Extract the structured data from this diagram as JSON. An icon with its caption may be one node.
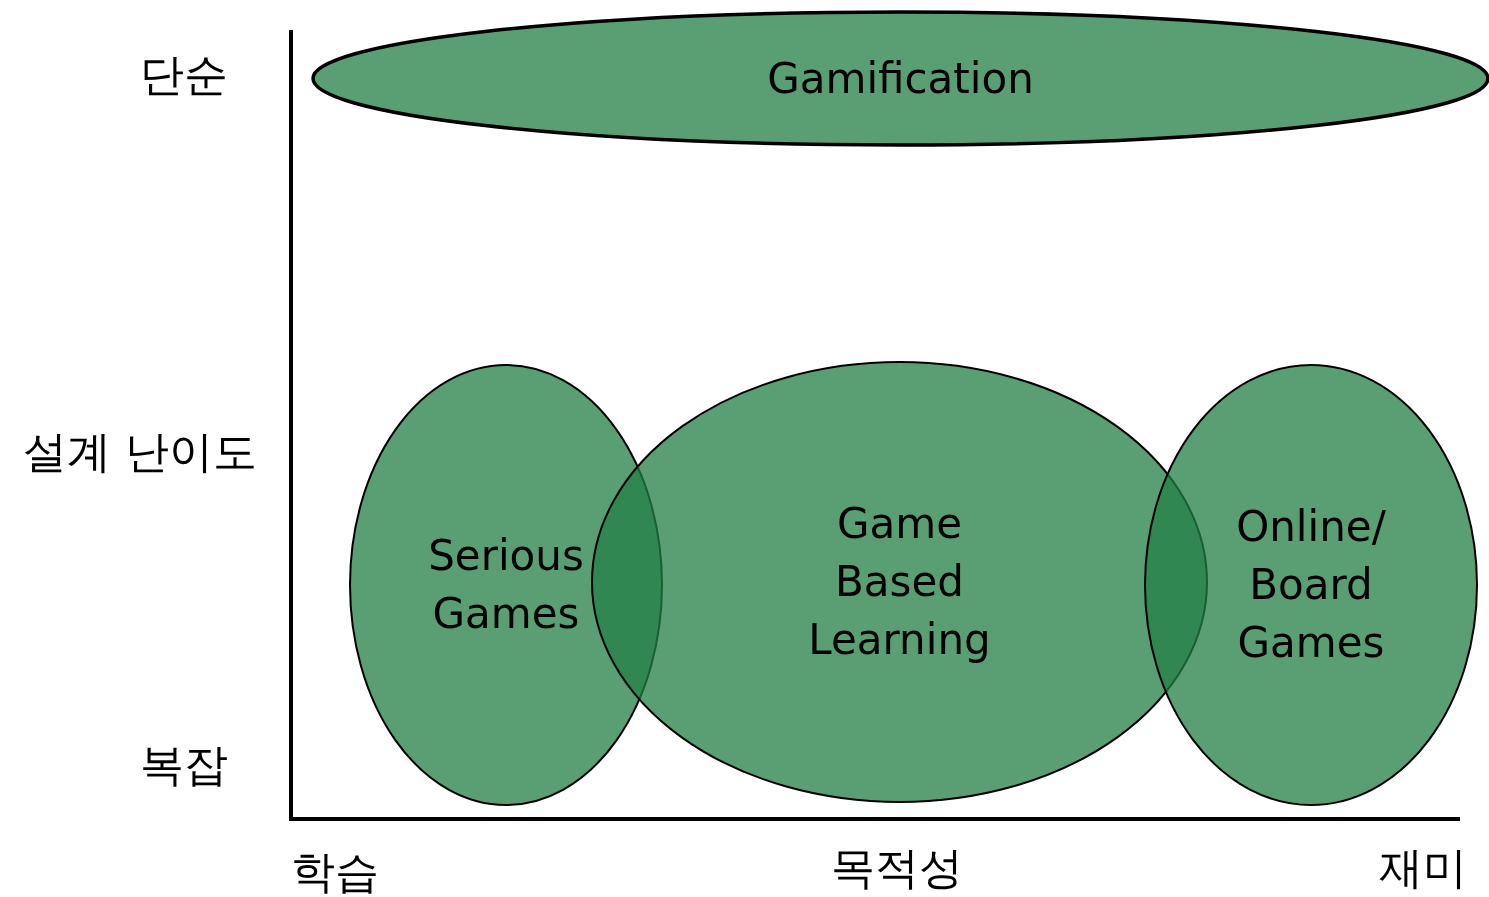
{
  "diagram": {
    "nodes": [
      {
        "text": [
          "Gamification"
        ]
      },
      {
        "text": [
          "Serious Games"
        ]
      },
      {
        "text": [
          "Game Based Learning"
        ]
      },
      {
        "text": [
          "Online/ Board Games"
        ]
      }
    ],
    "labels": [
      "단순",
      "설계 난이도",
      "복잡",
      "학습",
      "목적성",
      "재미"
    ]
  }
}
